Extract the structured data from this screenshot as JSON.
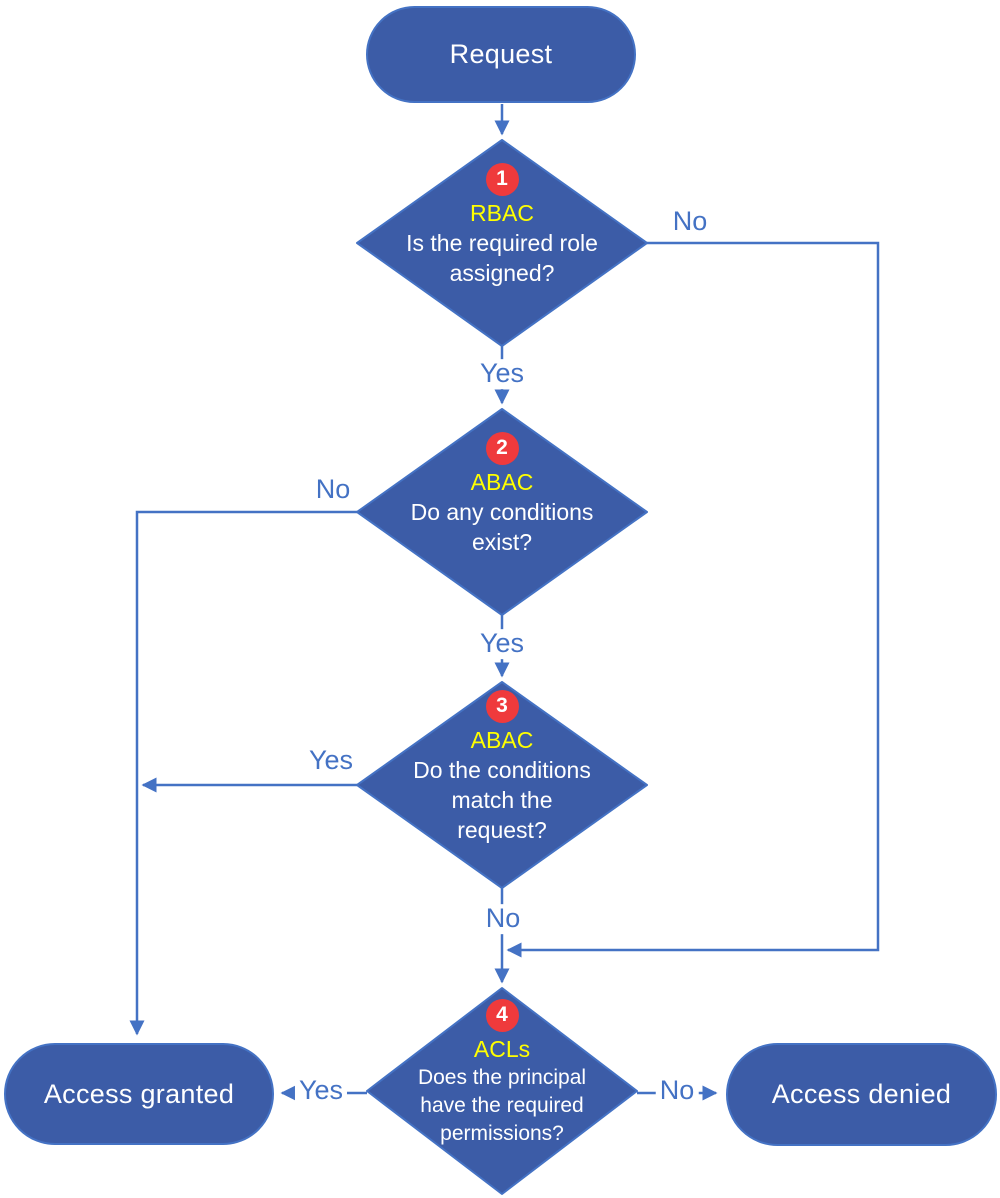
{
  "palette": {
    "node_fill": "#3C5CA7",
    "node_border": "#4472C4",
    "line": "#4472C4",
    "badge": "#EF3A3C",
    "heading": "#FFFF00",
    "text": "#FFFFFF"
  },
  "nodes": {
    "request": {
      "label": "Request"
    },
    "decision1": {
      "badge": "1",
      "heading": "RBAC",
      "lines": [
        "Is the required role",
        "assigned?"
      ]
    },
    "decision2": {
      "badge": "2",
      "heading": "ABAC",
      "lines": [
        "Do any conditions",
        "exist?"
      ]
    },
    "decision3": {
      "badge": "3",
      "heading": "ABAC",
      "lines": [
        "Do the conditions",
        "match the",
        "request?"
      ]
    },
    "decision4": {
      "badge": "4",
      "heading": "ACLs",
      "lines": [
        "Does the principal",
        "have the required",
        "permissions?"
      ]
    },
    "granted": {
      "label": "Access granted"
    },
    "denied": {
      "label": "Access denied"
    }
  },
  "edge_labels": {
    "d1_yes": "Yes",
    "d1_no": "No",
    "d2_yes": "Yes",
    "d2_no": "No",
    "d3_yes": "Yes",
    "d3_no": "No",
    "d4_yes": "Yes",
    "d4_no": "No"
  }
}
